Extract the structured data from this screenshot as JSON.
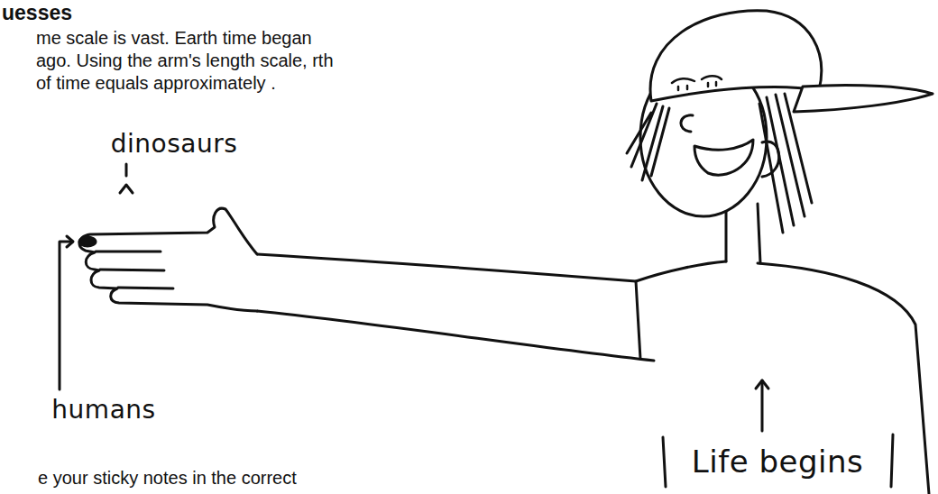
{
  "diagram": {
    "title": "uesses",
    "labels": [
      "me scale is vast. Earth time began ago. Using the arm's length scale, rth of time equals approximately .",
      "dinosaurs",
      "humans",
      "Life begins",
      "e your sticky notes in the correct"
    ]
  }
}
